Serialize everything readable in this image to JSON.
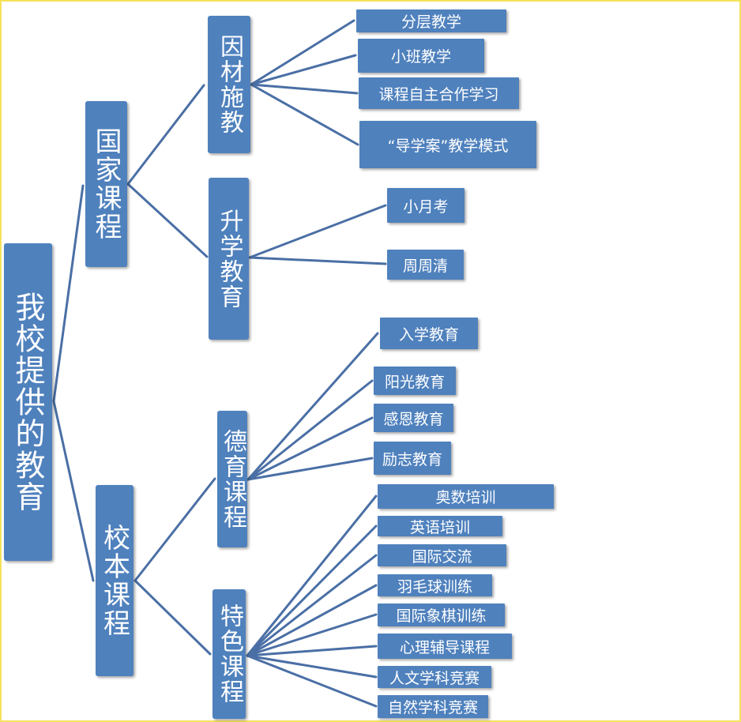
{
  "root": "我校提供的教育",
  "l1": [
    "国家课程",
    "校本课程"
  ],
  "l2": [
    "因材施教",
    "升学教育",
    "德育课程",
    "特色课程"
  ],
  "leaves": {
    "yincai": [
      "分层教学",
      "小班教学",
      "课程自主合作学习",
      "“导学案”教学模式"
    ],
    "shengxue": [
      "小月考",
      "周周清"
    ],
    "deyu": [
      "入学教育",
      "阳光教育",
      "感恩教育",
      "励志教育"
    ],
    "tese": [
      "奥数培训",
      "英语培训",
      "国际交流",
      "羽毛球训练",
      "国际象棋训练",
      "心理辅导课程",
      "人文学科竞赛",
      "自然学科竞赛"
    ]
  },
  "colors": {
    "node": "#4f81bd",
    "line": "#4a6fa5",
    "frame": "#f5e25a"
  }
}
